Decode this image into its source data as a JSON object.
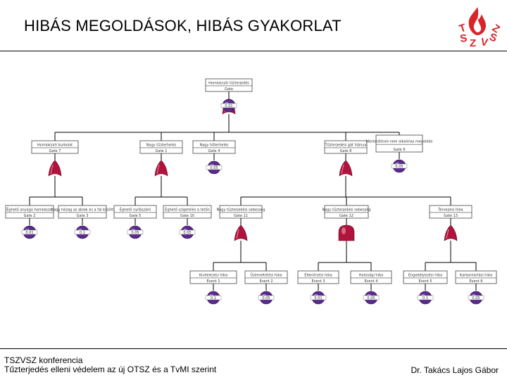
{
  "slide": {
    "title": "HIBÁS MEGOLDÁSOK, HIBÁS GYAKORLAT",
    "footer_line1": "TSZVSZ konferencia",
    "footer_line2": "Tűzterjedés elleni védelem az új OTSZ és a TvMI szerint",
    "author": "Dr. Takács Lajos Gábor"
  },
  "logo": {
    "text": "TSZVSZ",
    "color": "#d8232a"
  },
  "diagram": {
    "colors": {
      "gate": "#b0143c",
      "event": "#5a2a8c",
      "line": "#000000"
    },
    "boxes": [
      {
        "id": "top",
        "title": "Homlokzati tűzterjedés",
        "code": "Gate"
      },
      {
        "id": "b1",
        "title": "Homlokzati burkolat",
        "code": "Gate 7"
      },
      {
        "id": "b2",
        "title": "Nagy tűzterhelés",
        "code": "Gate 1"
      },
      {
        "id": "b3",
        "title": "Nagy hőterhelés",
        "code": "Gate 4"
      },
      {
        "id": "b4",
        "title": "Tűzterjedési gát hiánya",
        "code": "Gate 8"
      },
      {
        "id": "b5",
        "title": "Mentesítésre nem alkalmas megoldás",
        "code": "Gate 9"
      },
      {
        "id": "c1",
        "title": "Éghető anyagú homlokzat",
        "code": "Gate 2"
      },
      {
        "id": "c2",
        "title": "Nagy hézag az ablak és a fal között",
        "code": "Gate 3"
      },
      {
        "id": "c3",
        "title": "Éghető nyílászáró",
        "code": "Gate 5"
      },
      {
        "id": "c4",
        "title": "Éghető szigetelés a tetőn",
        "code": "Gate 10"
      },
      {
        "id": "c5",
        "title": "Nagy tűzterjedési sebesség",
        "code": "Gate 11"
      },
      {
        "id": "c6",
        "title": "Nagy tűzterjedési sebesség",
        "code": "Gate 12"
      },
      {
        "id": "c7",
        "title": "Tervezési hiba",
        "code": "Gate 13"
      },
      {
        "id": "d1",
        "title": "Kivitelezési hiba",
        "code": "Event 1"
      },
      {
        "id": "d2",
        "title": "Üzemeltetési hiba",
        "code": "Event 2"
      },
      {
        "id": "d3",
        "title": "Ellenőrzési hiba",
        "code": "Event 3"
      },
      {
        "id": "d4",
        "title": "Hatósági hiba",
        "code": "Event 4"
      },
      {
        "id": "d5",
        "title": "Engedélyezési hiba",
        "code": "Event 5"
      },
      {
        "id": "d6",
        "title": "Karbantartási hiba",
        "code": "Event 6"
      }
    ],
    "probabilities": [
      {
        "id": "top",
        "value": "0.01"
      },
      {
        "id": "b3",
        "value": "0.05"
      },
      {
        "id": "b5",
        "value": "0.05"
      },
      {
        "id": "c1",
        "value": "0.01"
      },
      {
        "id": "c2",
        "value": "0.1"
      },
      {
        "id": "c3",
        "value": "0.05"
      },
      {
        "id": "c4",
        "value": "0.05"
      },
      {
        "id": "d1",
        "value": "0.1"
      },
      {
        "id": "d2",
        "value": "0.05"
      },
      {
        "id": "d3",
        "value": "0.01"
      },
      {
        "id": "d4",
        "value": "0.05"
      },
      {
        "id": "d5",
        "value": "0.1"
      },
      {
        "id": "d6",
        "value": "0.05"
      }
    ]
  }
}
